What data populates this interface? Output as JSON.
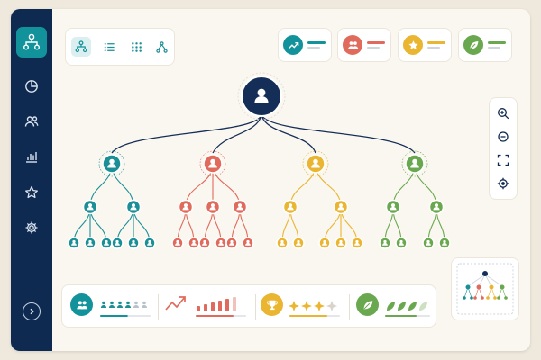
{
  "colors": {
    "sidebar_bg": "#0f2a50",
    "accent_teal": "#12929a",
    "root_navy": "#152e57",
    "branch_teal": "#1a8f96",
    "branch_red": "#e06a5c",
    "branch_yellow": "#eab531",
    "branch_green": "#6aa84f",
    "canvas_bg": "#faf7f0"
  },
  "sidebar": {
    "logo_icon": "org-chart-icon",
    "items": [
      {
        "name": "pie-chart-icon"
      },
      {
        "name": "users-icon"
      },
      {
        "name": "bar-chart-icon"
      },
      {
        "name": "star-icon"
      },
      {
        "name": "gear-icon"
      }
    ],
    "expand_icon": "chevron-right-icon"
  },
  "view_toggle": {
    "items": [
      {
        "name": "org-chart-view-icon",
        "active": true
      },
      {
        "name": "list-view-icon",
        "active": false
      },
      {
        "name": "grid-view-icon",
        "active": false
      },
      {
        "name": "tree-view-icon",
        "active": false
      }
    ]
  },
  "stat_chips": [
    {
      "icon": "trend-up-icon",
      "color": "#12929a"
    },
    {
      "icon": "users-icon",
      "color": "#e06a5c"
    },
    {
      "icon": "star-icon",
      "color": "#eab531"
    },
    {
      "icon": "leaf-icon",
      "color": "#6aa84f"
    }
  ],
  "zoom_controls": [
    {
      "name": "zoom-in-icon"
    },
    {
      "name": "zoom-out-icon"
    },
    {
      "name": "fit-screen-icon"
    },
    {
      "name": "recenter-icon"
    }
  ],
  "bottom_panel": {
    "sections": [
      {
        "icon": "users-icon",
        "color": "#12929a",
        "level": 0.55
      },
      {
        "icon": "trend-up-icon",
        "color": "#e06a5c",
        "level": 0.75
      },
      {
        "icon": "trophy-icon",
        "color": "#eab531",
        "level": 0.75
      },
      {
        "icon": "leaf-icon",
        "color": "#6aa84f",
        "level": 0.7
      }
    ]
  }
}
